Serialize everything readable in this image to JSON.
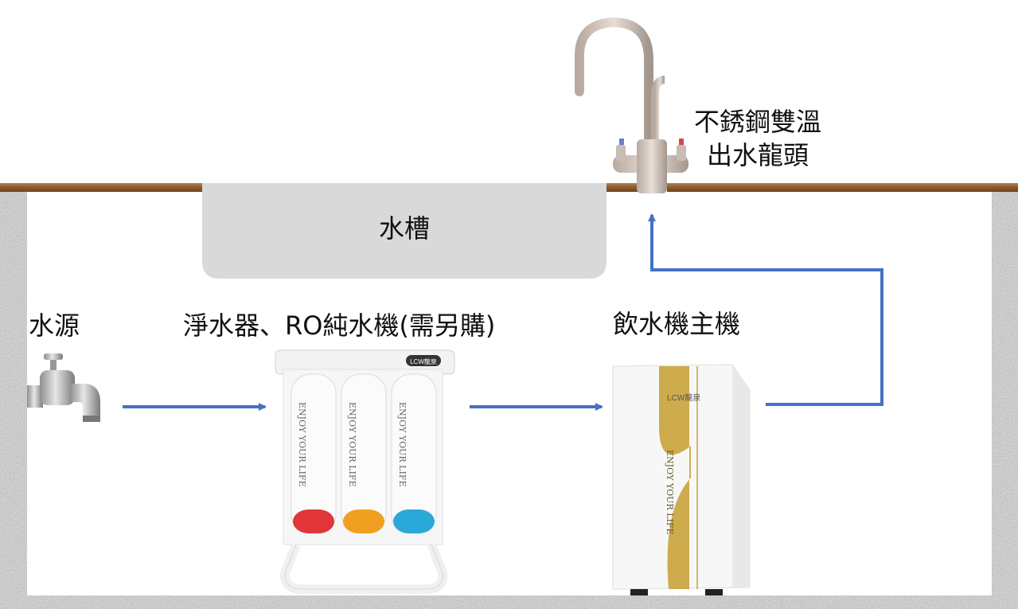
{
  "labels": {
    "water_source": "水源",
    "purifier": "淨水器、RO純水機(需另購)",
    "dispenser": "飲水機主機",
    "sink": "水槽",
    "faucet_line1": "不銹鋼雙溫",
    "faucet_line2": "出水龍頭"
  },
  "brand": {
    "logo_text": "LCW龍泉",
    "slogan": "ENJOY YOUR LIFE"
  },
  "colors": {
    "arrow": "#4472C4",
    "counter": "#9c6a3c",
    "sink": "#d9d9d9",
    "granite": "#bdbdbd",
    "gold": "#c9a23a",
    "red_band": "#e0363a",
    "orange_band": "#f0a020",
    "blue_band": "#2aa8d8"
  },
  "icons": [
    "tap-icon",
    "faucet-icon",
    "filter-system-image",
    "dispenser-unit-image"
  ]
}
